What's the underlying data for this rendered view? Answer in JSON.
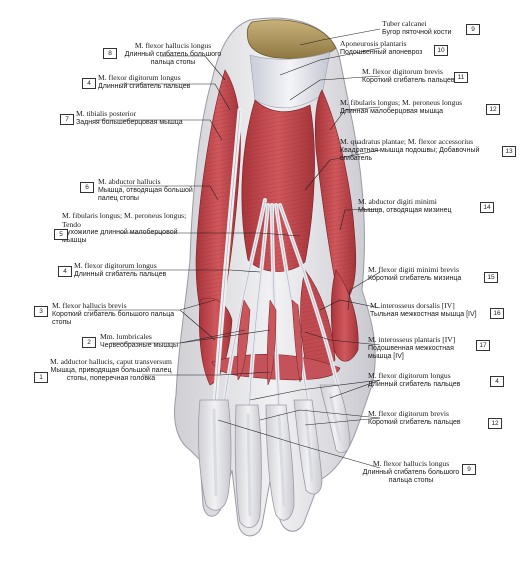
{
  "figure": {
    "labels": [
      {
        "id": "tuber-calcanei",
        "number": "9",
        "latin": "Tuber calcanei",
        "russian": "Бугор пяточной кости"
      },
      {
        "id": "fhl-top",
        "number": "8",
        "latin": "M. flexor hallucis longus",
        "russian": "Длинный сгибатель большого пальца стопы"
      },
      {
        "id": "aponeurosis",
        "number": "10",
        "latin": "Aponeurosis plantaris",
        "russian": "Подошвенный апоневроз"
      },
      {
        "id": "fdl-top",
        "number": "4",
        "latin": "M. flexor digitorum longus",
        "russian": "Длинный сгибатель пальцев"
      },
      {
        "id": "fdb-top",
        "number": "11",
        "latin": "M. flexor digitorum brevis",
        "russian": "Короткий сгибатель пальцев"
      },
      {
        "id": "tibialis-posterior",
        "number": "7",
        "latin": "M. tibialis posterior",
        "russian": "Задняя большеберцовая мышца"
      },
      {
        "id": "fibularis-longus",
        "number": "12",
        "latin": "M. fibularis longus; M. peroneus longus",
        "russian": "Длинная малоберцовая мышца"
      },
      {
        "id": "quadratus-plantae",
        "number": "13",
        "latin": "M. quadratus plantae; M. flexor accessorius",
        "russian": "Квадратная мышца подошвы; Добавочный сгибатель"
      },
      {
        "id": "abductor-hallucis",
        "number": "6",
        "latin": "M. abductor hallucis",
        "russian": "Мышца, отводящая большой палец стопы"
      },
      {
        "id": "abductor-digiti-minimi",
        "number": "14",
        "latin": "M. abductor digiti minimi",
        "russian": "Мышца, отводящая мизинец"
      },
      {
        "id": "fibularis-tendo",
        "number": "5",
        "latin": "M. fibularis longus; M. peroneus longus; Tendo",
        "russian": "Сухожилие длинной малоберцовой мышцы"
      },
      {
        "id": "fdl-mid",
        "number": "4",
        "latin": "M. flexor digitorum longus",
        "russian": "Длинный сгибатель пальцев"
      },
      {
        "id": "fdmb",
        "number": "15",
        "latin": "M. flexor digiti minimi brevis",
        "russian": "Короткий сгибатель мизинца"
      },
      {
        "id": "fhb",
        "number": "3",
        "latin": "M. flexor hallucis brevis",
        "russian": "Короткий сгибатель большого пальца стопы"
      },
      {
        "id": "interosseus-dorsalis",
        "number": "16",
        "latin": "M. interosseus dorsalis [IV]",
        "russian": "Тыльная межкостная мышца [IV]"
      },
      {
        "id": "lumbricales",
        "number": "2",
        "latin": "Mm. lumbricales",
        "russian": "Червеобразные мышцы"
      },
      {
        "id": "interosseus-plantaris",
        "number": "17",
        "latin": "M. interosseus plantaris [IV]",
        "russian": "Подошвенная межкостная мышца [IV]"
      },
      {
        "id": "adductor-hallucis",
        "number": "1",
        "latin": "M. adductor hallucis, caput transversum",
        "russian": "Мышца, приводящая большой палец стопы, поперечная головка"
      },
      {
        "id": "fdl-bottom",
        "number": "4",
        "latin": "M. flexor digitorum longus",
        "russian": "Длинный сгибатель пальцев"
      },
      {
        "id": "fdb-bottom",
        "number": "12",
        "latin": "M. flexor digitorum brevis",
        "russian": "Короткий сгибатель пальцев"
      },
      {
        "id": "fhl-bottom",
        "number": "9",
        "latin": "M. flexor hallucis longus",
        "russian": "Длинный сгибатель большого пальца стопы"
      }
    ]
  }
}
